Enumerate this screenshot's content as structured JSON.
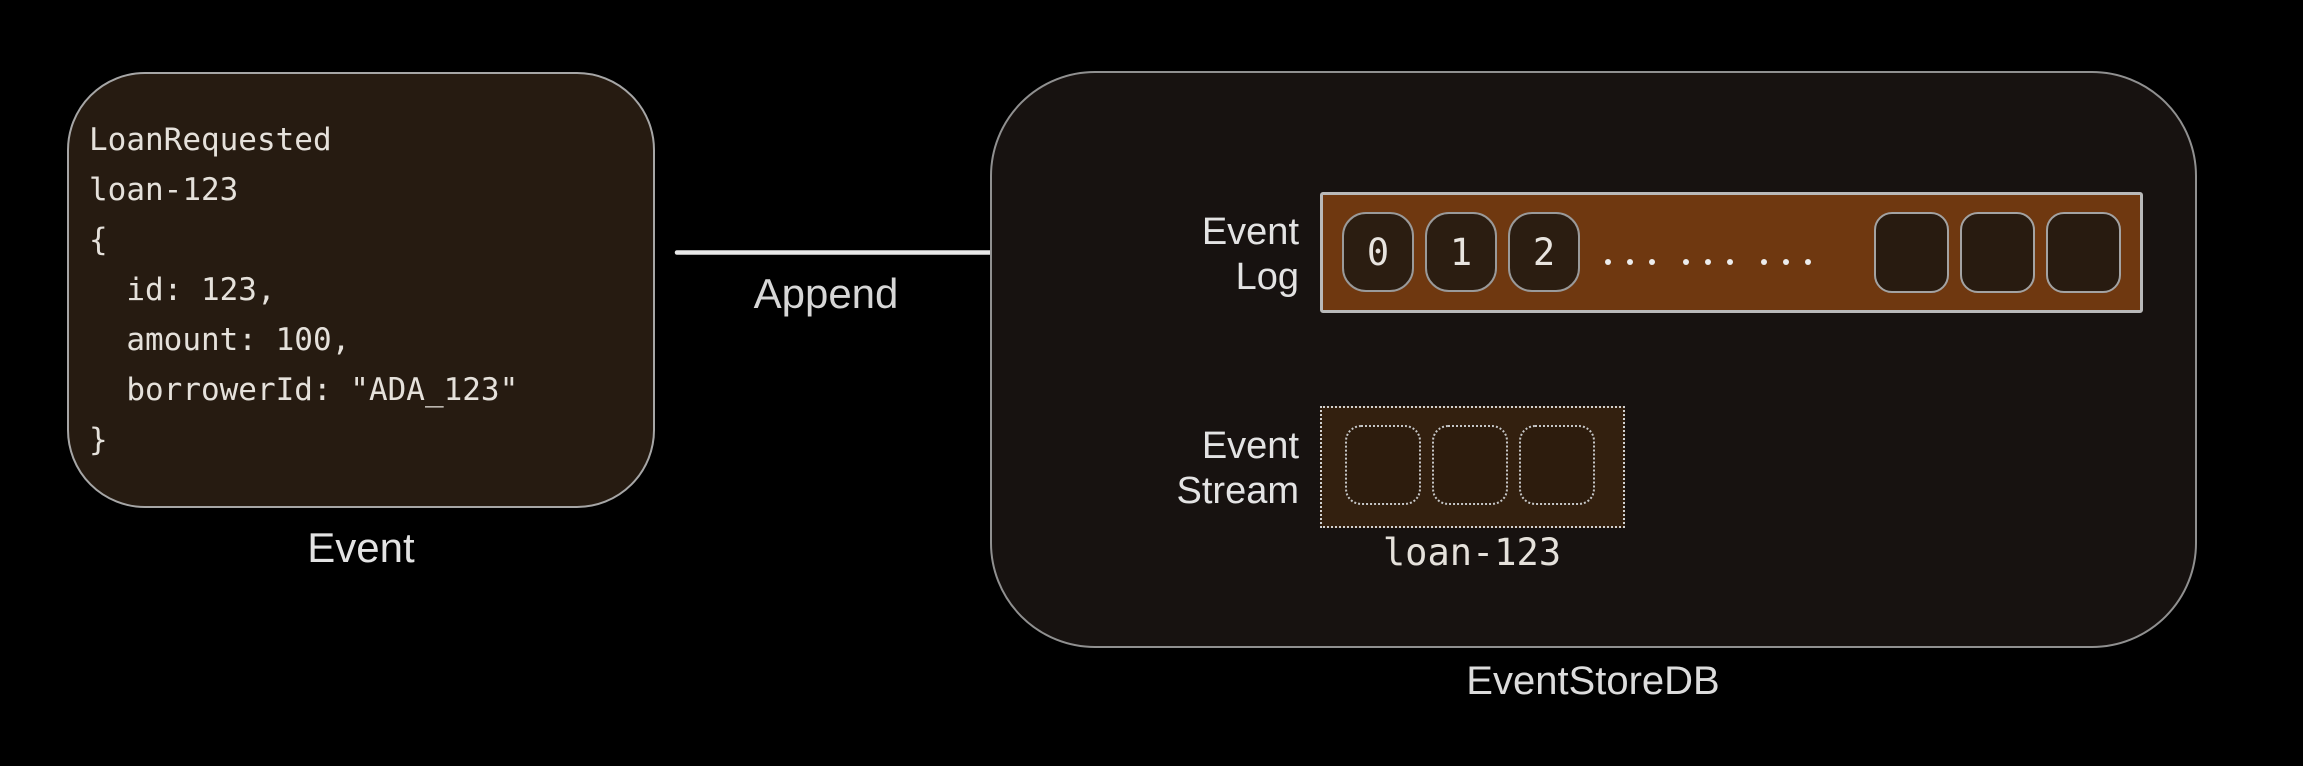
{
  "event_card": {
    "code": "LoanRequested\nloan-123\n{\n  id: 123,\n  amount: 100,\n  borrowerId: \"ADA_123\"\n}",
    "caption": "Event"
  },
  "append_arrow": {
    "label": "Append"
  },
  "event_store": {
    "caption": "EventStoreDB",
    "event_log": {
      "label_line1": "Event",
      "label_line2": "Log",
      "numbered_cells": [
        "0",
        "1",
        "2"
      ],
      "ellipsis": "... ... ...",
      "empty_cell_count": 3
    },
    "event_stream": {
      "label_line1": "Event",
      "label_line2": "Stream",
      "stream_name": "loan-123",
      "empty_cell_count": 3
    }
  },
  "colors": {
    "background": "#000000",
    "card_fill": "#261b11",
    "card_border": "#a6a6a6",
    "container_fill": "#171210",
    "container_border": "#909090",
    "log_bar_fill": "#6f3810",
    "log_bar_border": "#b9b9b9",
    "log_cell_fill": "#2b1d11",
    "stream_box_fill": "#33200f",
    "stream_border_dotted": "#d0d0d0",
    "arrow": "#e9e9e9",
    "text": "#e3e3e3"
  }
}
